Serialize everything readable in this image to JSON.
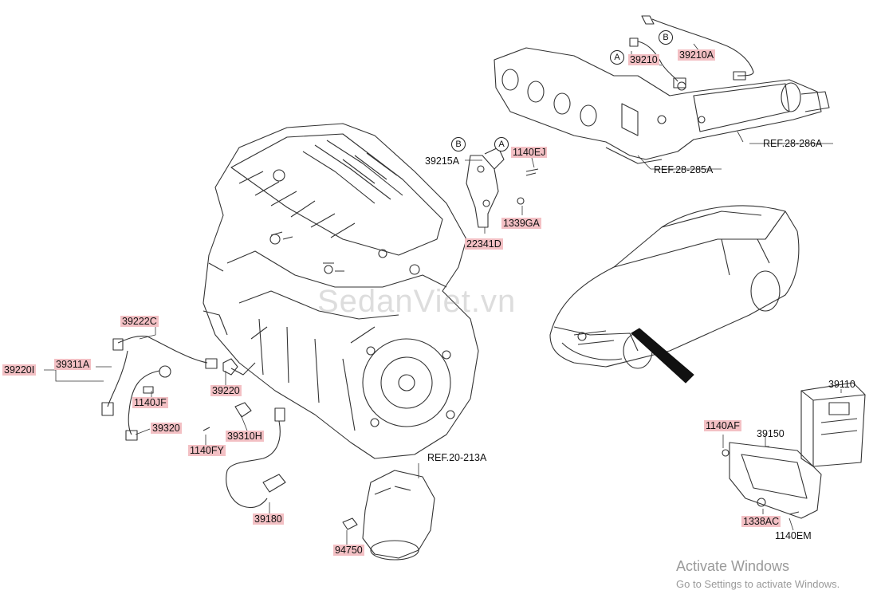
{
  "watermark": "SedanViet.vn",
  "activation": {
    "title": "Activate Windows",
    "subtitle": "Go to Settings to activate Windows."
  },
  "circle_marks": {
    "a": "A",
    "b": "B"
  },
  "references": {
    "ref_28_286a": "REF.28-286A",
    "ref_28_285a": "REF.28-285A",
    "ref_20_213a": "REF.20-213A"
  },
  "parts": {
    "p39210": "39210",
    "p39210a": "39210A",
    "p39215a": "39215A",
    "p1140ej": "1140EJ",
    "p1339ga": "1339GA",
    "p22341d": "22341D",
    "p39222c": "39222C",
    "p39311a": "39311A",
    "p39220i": "39220I",
    "p1140jf": "1140JF",
    "p39320": "39320",
    "p39220": "39220",
    "p39310h": "39310H",
    "p1140fy": "1140FY",
    "p39180": "39180",
    "p94750": "94750",
    "p39110": "39110",
    "p1140af": "1140AF",
    "p39150": "39150",
    "p1338ac": "1338AC",
    "p1140em": "1140EM"
  }
}
